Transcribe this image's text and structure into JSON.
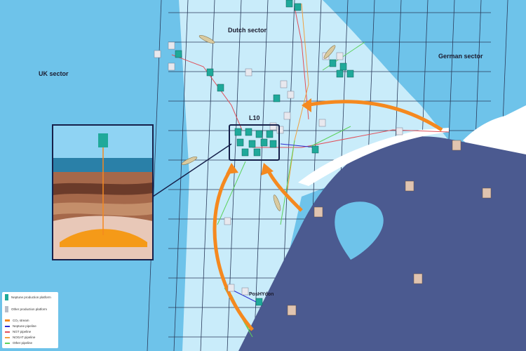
{
  "map": {
    "sectors": {
      "uk": "UK sector",
      "dutch": "Dutch sector",
      "german": "German sector"
    },
    "fields": {
      "l10": "L10",
      "poshydon": "PosHYdon"
    },
    "colors": {
      "sea": "#6ec3ea",
      "dutch_sector": "#c9ecfa",
      "land": "#4b5a90",
      "germany": "#ffffff",
      "neptune_platform": "#1fa99a",
      "other_platform": "#e8e8ee"
    }
  },
  "legend": {
    "items": [
      {
        "label": "Neptune production platform",
        "type": "platform",
        "color": "#1fa99a"
      },
      {
        "label": "Other production platform",
        "type": "platform",
        "color": "#b9bdc8"
      },
      {
        "label": "CO₂ stream",
        "type": "arrow",
        "color": "#f5891f"
      },
      {
        "label": "Neptune pipeline",
        "type": "line",
        "color": "#2b2bd0"
      },
      {
        "label": "NGT pipeline",
        "type": "line",
        "color": "#e0505a"
      },
      {
        "label": "NOGAT pipeline",
        "type": "line",
        "color": "#f0a040"
      },
      {
        "label": "Other pipeline",
        "type": "line",
        "color": "#5cd25c"
      }
    ]
  }
}
